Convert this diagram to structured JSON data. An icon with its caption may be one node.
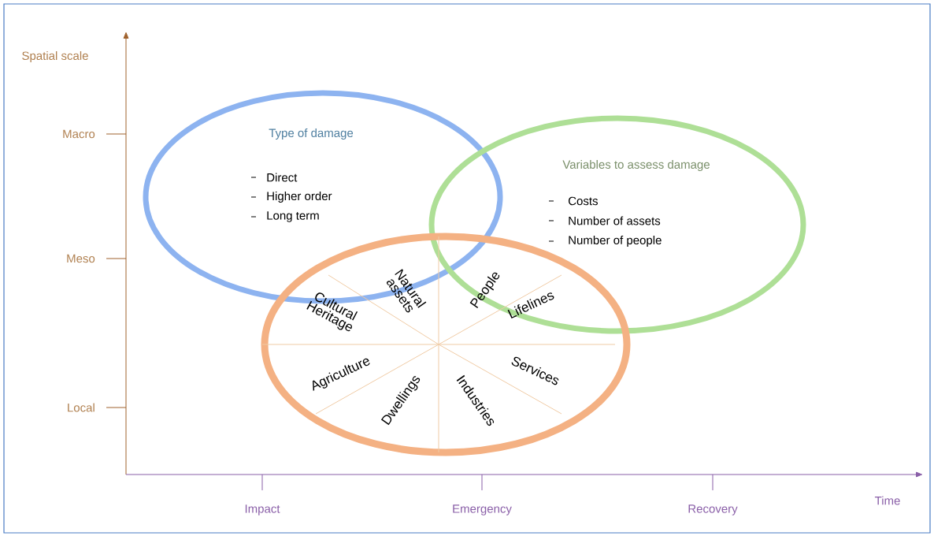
{
  "diagram": {
    "nodes": [
      {
        "text": [
          "Type of damage",
          "Direct",
          "Higher order",
          "Long term"
        ]
      },
      {
        "text": [
          "Variables to assess damage",
          "Costs",
          "Number of assets",
          "Number of people"
        ]
      },
      {
        "text": [
          "Natural assets",
          "People",
          "Lifelines",
          "Services",
          "Industries",
          "Dwellings",
          "Agriculture",
          "Cultural Heritage"
        ]
      }
    ],
    "edges": [],
    "labels": [
      "Spatial scale",
      "Macro",
      "Meso",
      "Local",
      "Impact",
      "Emergency",
      "Recovery",
      "Time"
    ]
  }
}
